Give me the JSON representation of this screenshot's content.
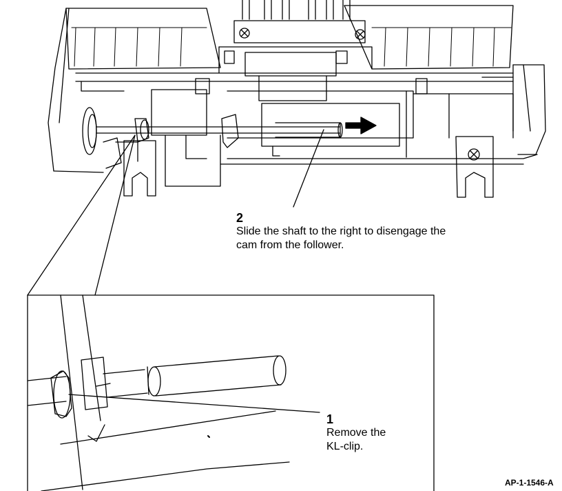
{
  "callouts": {
    "step2": {
      "number": "2",
      "text_line1": "Slide the shaft to the right to disengage the",
      "text_line2": "cam from the follower."
    },
    "step1": {
      "number": "1",
      "text_line1": "Remove the",
      "text_line2": "KL-clip."
    }
  },
  "figure_id": "AP-1-1546-A",
  "colors": {
    "line": "#000000",
    "background": "#ffffff"
  },
  "icons": {
    "direction_arrow": "arrow-right-icon"
  }
}
